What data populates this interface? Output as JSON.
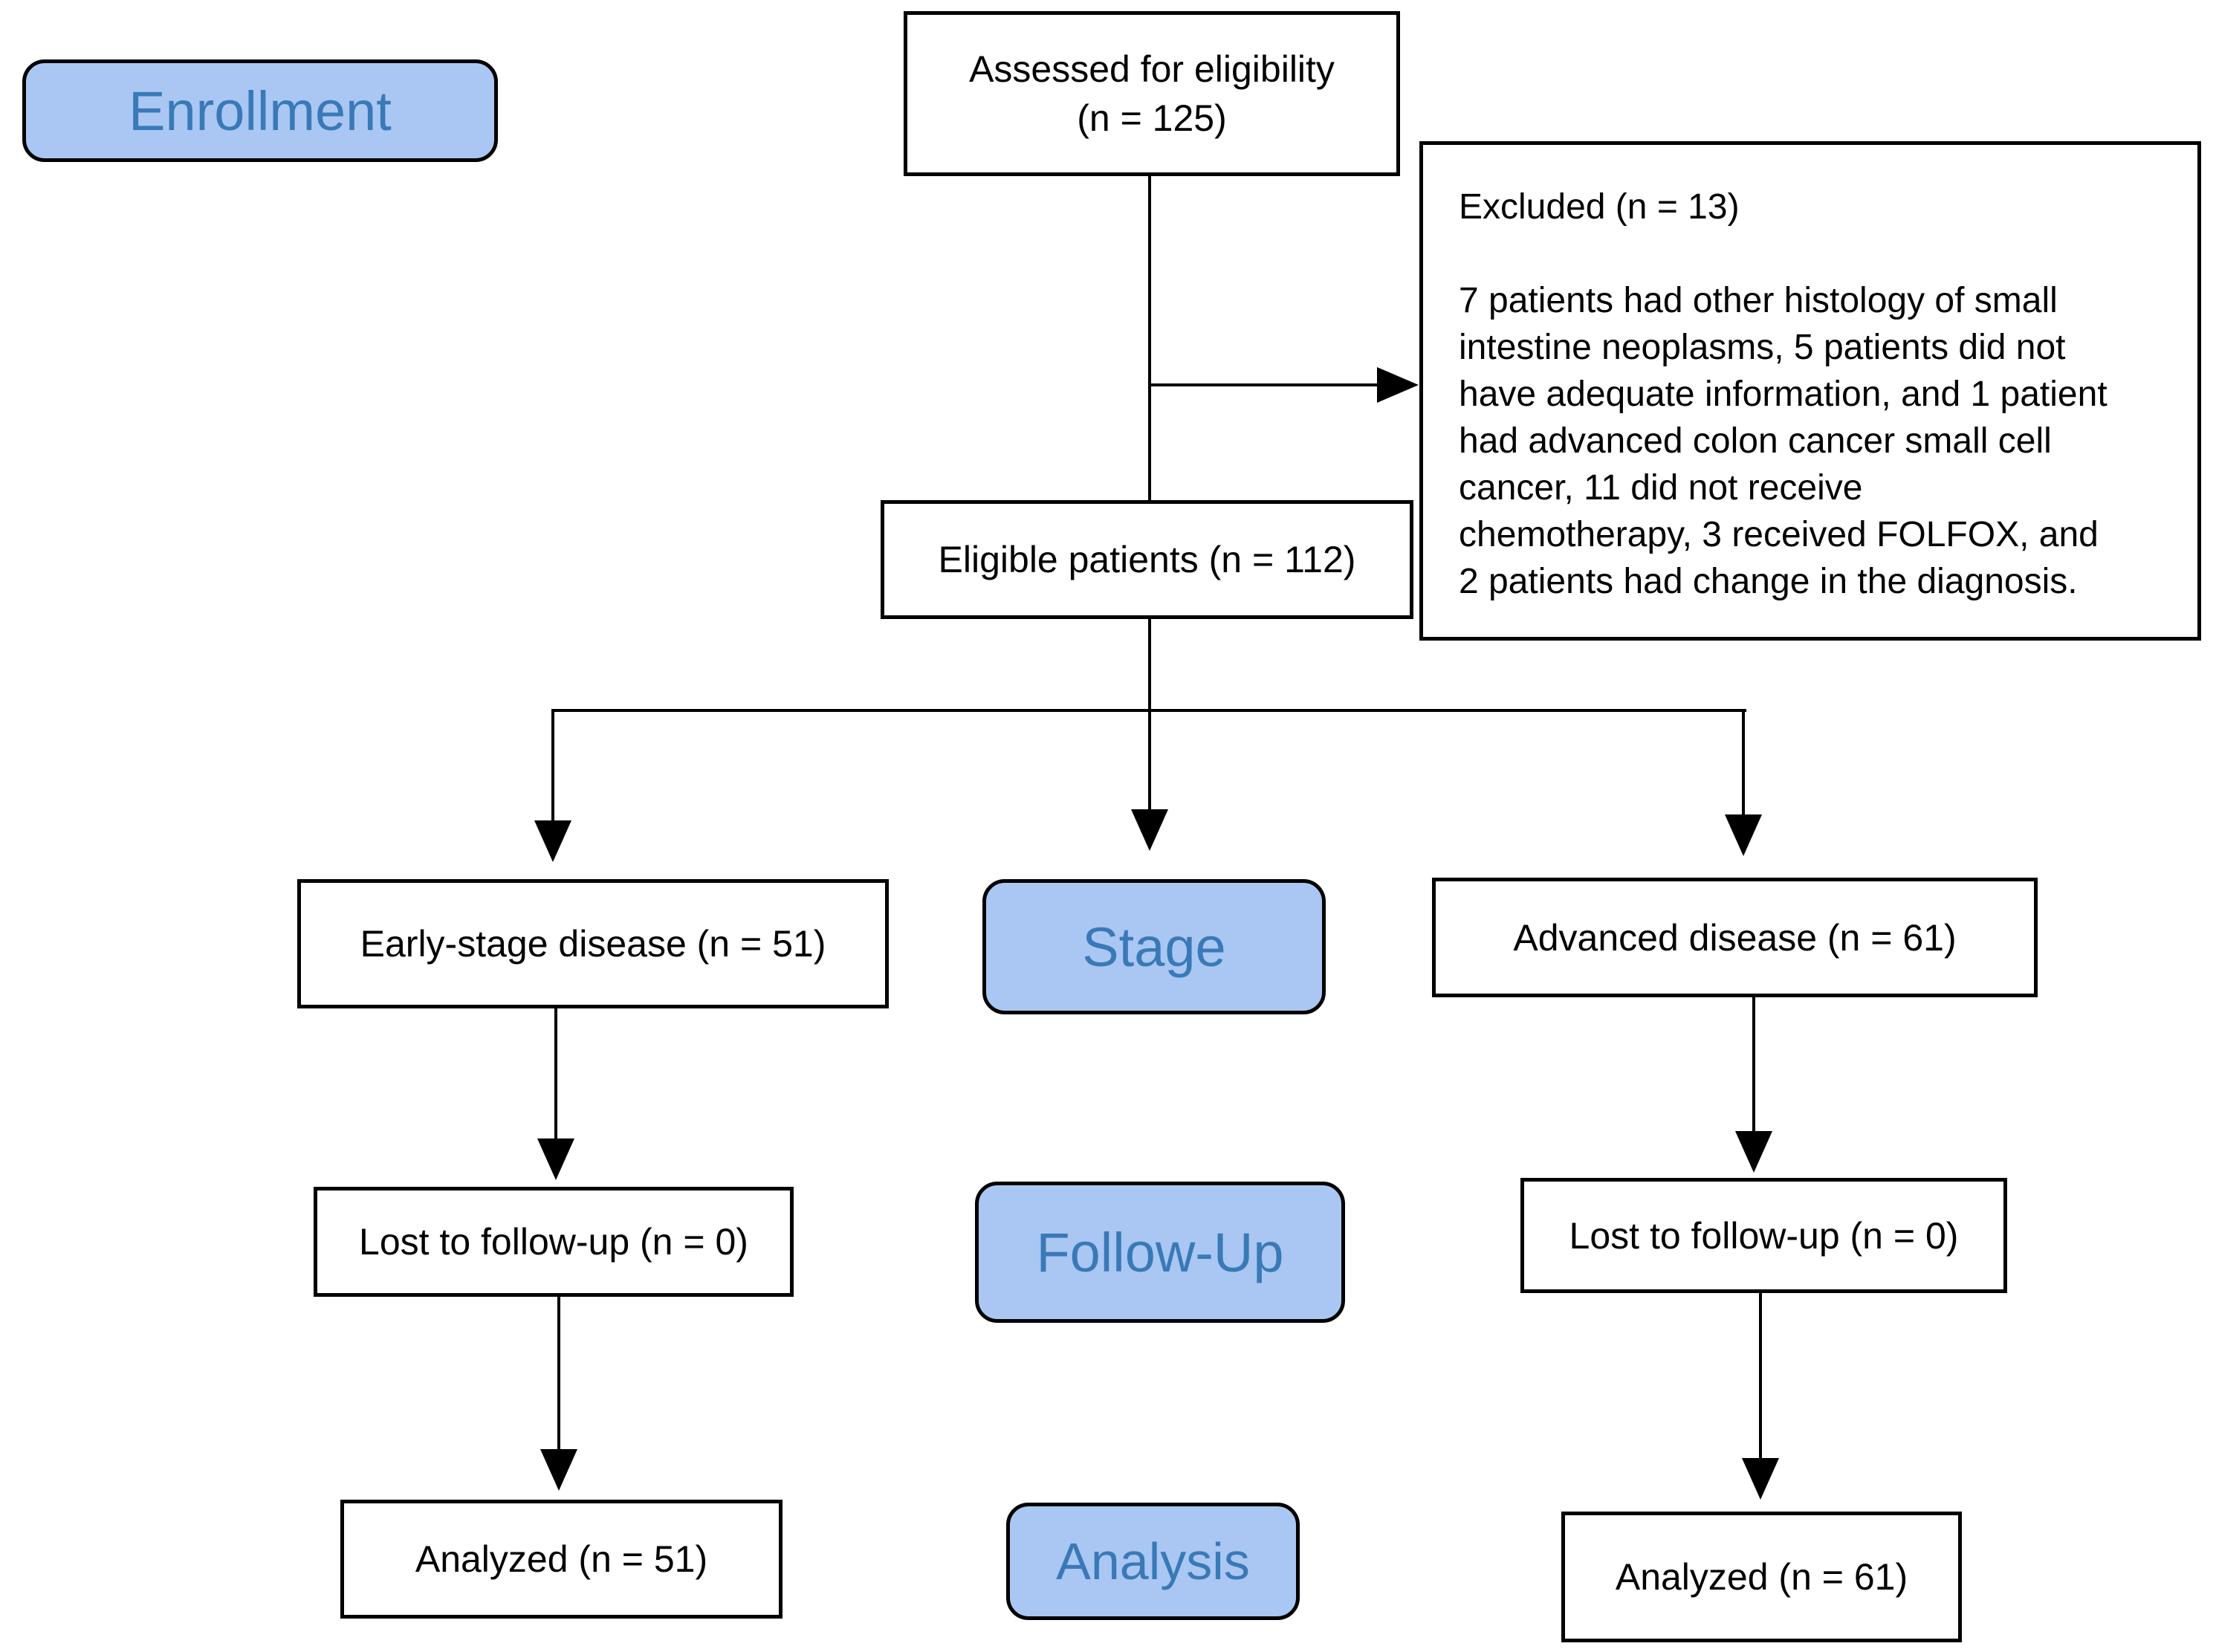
{
  "colors": {
    "phase_fill": "#a9c7f2",
    "phase_text": "#3a79b7",
    "box_background": "#ffffff",
    "box_border": "#000000",
    "connector": "#000000"
  },
  "phases": {
    "enrollment": "Enrollment",
    "stage": "Stage",
    "follow_up": "Follow-Up",
    "analysis": "Analysis"
  },
  "nodes": {
    "assessed": "Assessed for eligibility\n(n = 125)",
    "excluded_title": "Excluded (n = 13)",
    "excluded_body": "7 patients had other histology of small\nintestine neoplasms, 5 patients did not\nhave adequate information, and 1 patient\nhad advanced colon cancer small cell\ncancer, 11 did not receive\nchemotherapy, 3 received FOLFOX, and\n2 patients had change in the diagnosis.",
    "eligible": "Eligible patients (n = 112)",
    "early_stage": "Early-stage disease (n = 51)",
    "advanced": "Advanced disease (n = 61)",
    "lost_left": "Lost to follow-up (n = 0)",
    "lost_right": "Lost to follow-up (n = 0)",
    "analyzed_left": "Analyzed (n = 51)",
    "analyzed_right": "Analyzed (n = 61)"
  },
  "edges": [
    {
      "from": "assessed",
      "to": "eligible",
      "arrow": false
    },
    {
      "from": "assessed_eligible_connector",
      "to": "excluded",
      "arrow": true
    },
    {
      "from": "eligible",
      "to": "early_stage",
      "arrow": true
    },
    {
      "from": "eligible",
      "to": "stage",
      "arrow": true
    },
    {
      "from": "eligible",
      "to": "advanced",
      "arrow": true
    },
    {
      "from": "early_stage",
      "to": "lost_left",
      "arrow": true
    },
    {
      "from": "lost_left",
      "to": "analyzed_left",
      "arrow": true
    },
    {
      "from": "advanced",
      "to": "lost_right",
      "arrow": true
    },
    {
      "from": "lost_right",
      "to": "analyzed_right",
      "arrow": true
    }
  ]
}
